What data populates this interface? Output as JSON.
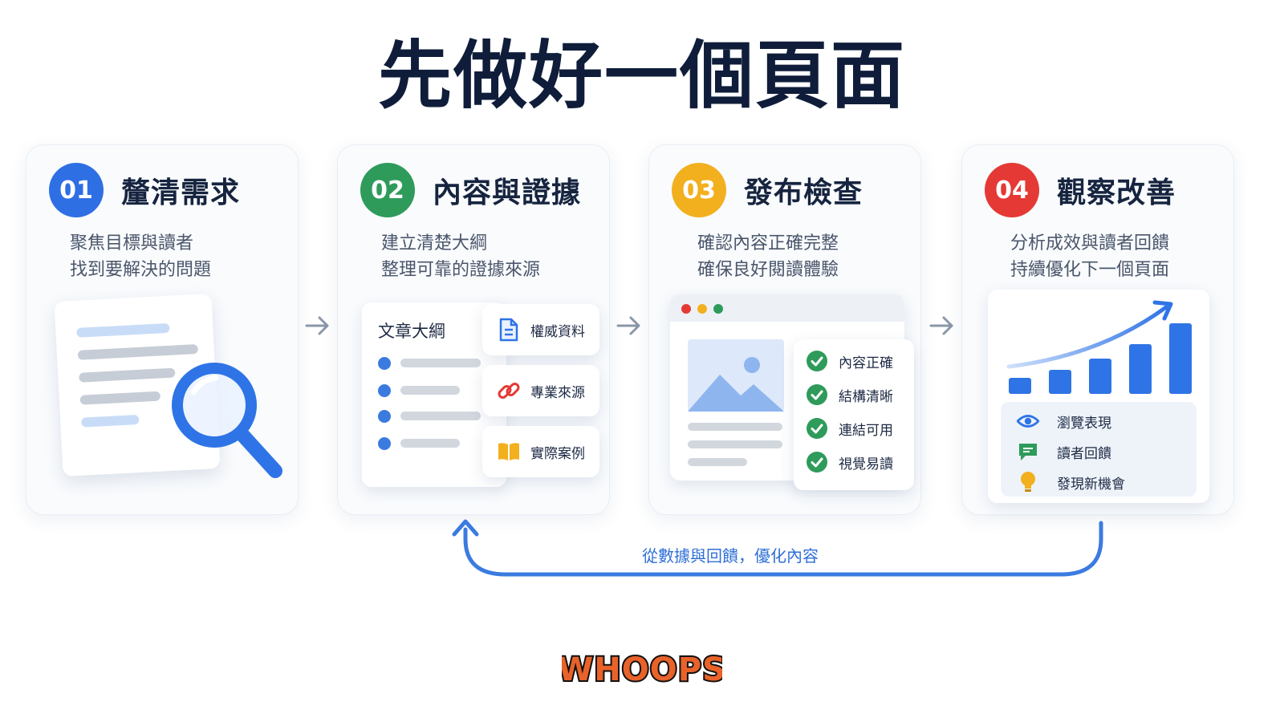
{
  "title": "先做好一個頁面",
  "colors": {
    "step1": "#2f6fe4",
    "step2": "#2e9b5b",
    "step3": "#f2b01e",
    "step4": "#e53935",
    "accent": "#3b7be0",
    "check": "#2e9b5b"
  },
  "steps": [
    {
      "number": "01",
      "title": "釐清需求",
      "desc": [
        "聚焦目標與讀者",
        "找到要解決的問題"
      ]
    },
    {
      "number": "02",
      "title": "內容與證據",
      "desc": [
        "建立清楚大綱",
        "整理可靠的證據來源"
      ],
      "outline_title": "文章大綱",
      "chips": [
        {
          "label": "權威資料",
          "icon": "document-icon"
        },
        {
          "label": "專業來源",
          "icon": "link-icon"
        },
        {
          "label": "實際案例",
          "icon": "book-icon"
        }
      ]
    },
    {
      "number": "03",
      "title": "發布檢查",
      "desc": [
        "確認內容正確完整",
        "確保良好閱讀體驗"
      ],
      "checks": [
        "內容正確",
        "結構清晰",
        "連結可用",
        "視覺易讀"
      ]
    },
    {
      "number": "04",
      "title": "觀察改善",
      "desc": [
        "分析成效與讀者回饋",
        "持續優化下一個頁面"
      ],
      "metrics": [
        {
          "label": "瀏覽表現",
          "icon": "eye-icon"
        },
        {
          "label": "讀者回饋",
          "icon": "comment-icon"
        },
        {
          "label": "發現新機會",
          "icon": "lightbulb-icon"
        }
      ]
    }
  ],
  "loop_label": "從數據與回饋，優化內容",
  "logo_text": "WHOOPS"
}
